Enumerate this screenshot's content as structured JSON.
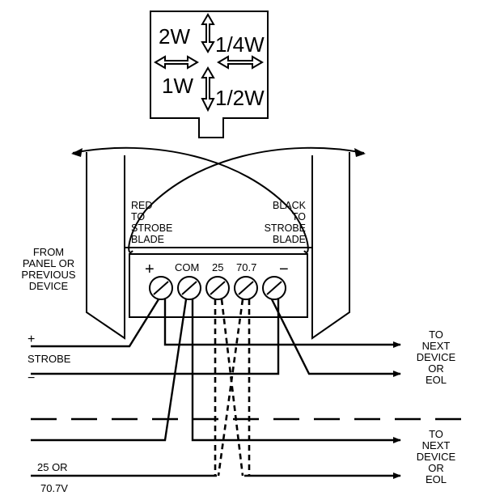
{
  "selector": {
    "top_left": "2W",
    "top_right": "1/4W",
    "bottom_left": "1W",
    "bottom_right": "1/2W"
  },
  "blades": {
    "left": [
      "RED",
      "TO",
      "STROBE",
      "BLADE"
    ],
    "right": [
      "BLACK",
      "TO",
      "STROBE",
      "BLADE"
    ]
  },
  "terminals": [
    "+",
    "COM",
    "25",
    "70.7",
    "−"
  ],
  "from_label": [
    "FROM",
    "PANEL OR",
    "PREVIOUS",
    "DEVICE"
  ],
  "strobe": {
    "plus": "+",
    "label": "STROBE",
    "minus": "−"
  },
  "to_next_top": [
    "TO",
    "NEXT",
    "DEVICE",
    "OR",
    "EOL"
  ],
  "to_next_bottom": [
    "TO",
    "NEXT",
    "DEVICE",
    "OR",
    "EOL"
  ],
  "voltage": {
    "line1": "25 OR",
    "line2": "70.7V"
  }
}
